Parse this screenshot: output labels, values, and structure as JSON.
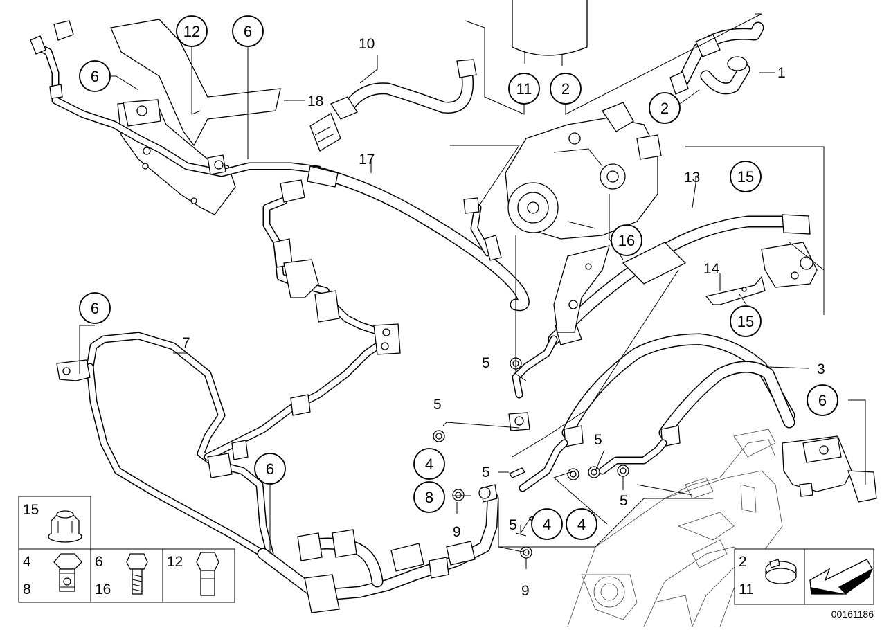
{
  "diagram_id": "00161186",
  "callouts": {
    "c1": "1",
    "c2a": "2",
    "c2b": "2",
    "c3": "3",
    "c4a": "4",
    "c4b": "4",
    "c4c": "4",
    "c5a": "5",
    "c5b": "5",
    "c5c": "5",
    "c5d": "5",
    "c5e": "5",
    "c5f": "5",
    "c6a": "6",
    "c6b": "6",
    "c6c": "6",
    "c6d": "6",
    "c6e": "6",
    "c7": "7",
    "c8": "8",
    "c9a": "9",
    "c9b": "9",
    "c10": "10",
    "c11": "11",
    "c12": "12",
    "c13": "13",
    "c14": "14",
    "c15a": "15",
    "c15b": "15",
    "c16": "16",
    "c17": "17",
    "c18": "18"
  },
  "legend": {
    "nut": {
      "num": "15"
    },
    "banjo": {
      "num_a": "4",
      "num_b": "8"
    },
    "bolt_small": {
      "num_a": "6",
      "num_b": "16"
    },
    "bolt_large": {
      "num": "12"
    },
    "clamp": {
      "num_a": "2",
      "num_b": "11"
    }
  }
}
